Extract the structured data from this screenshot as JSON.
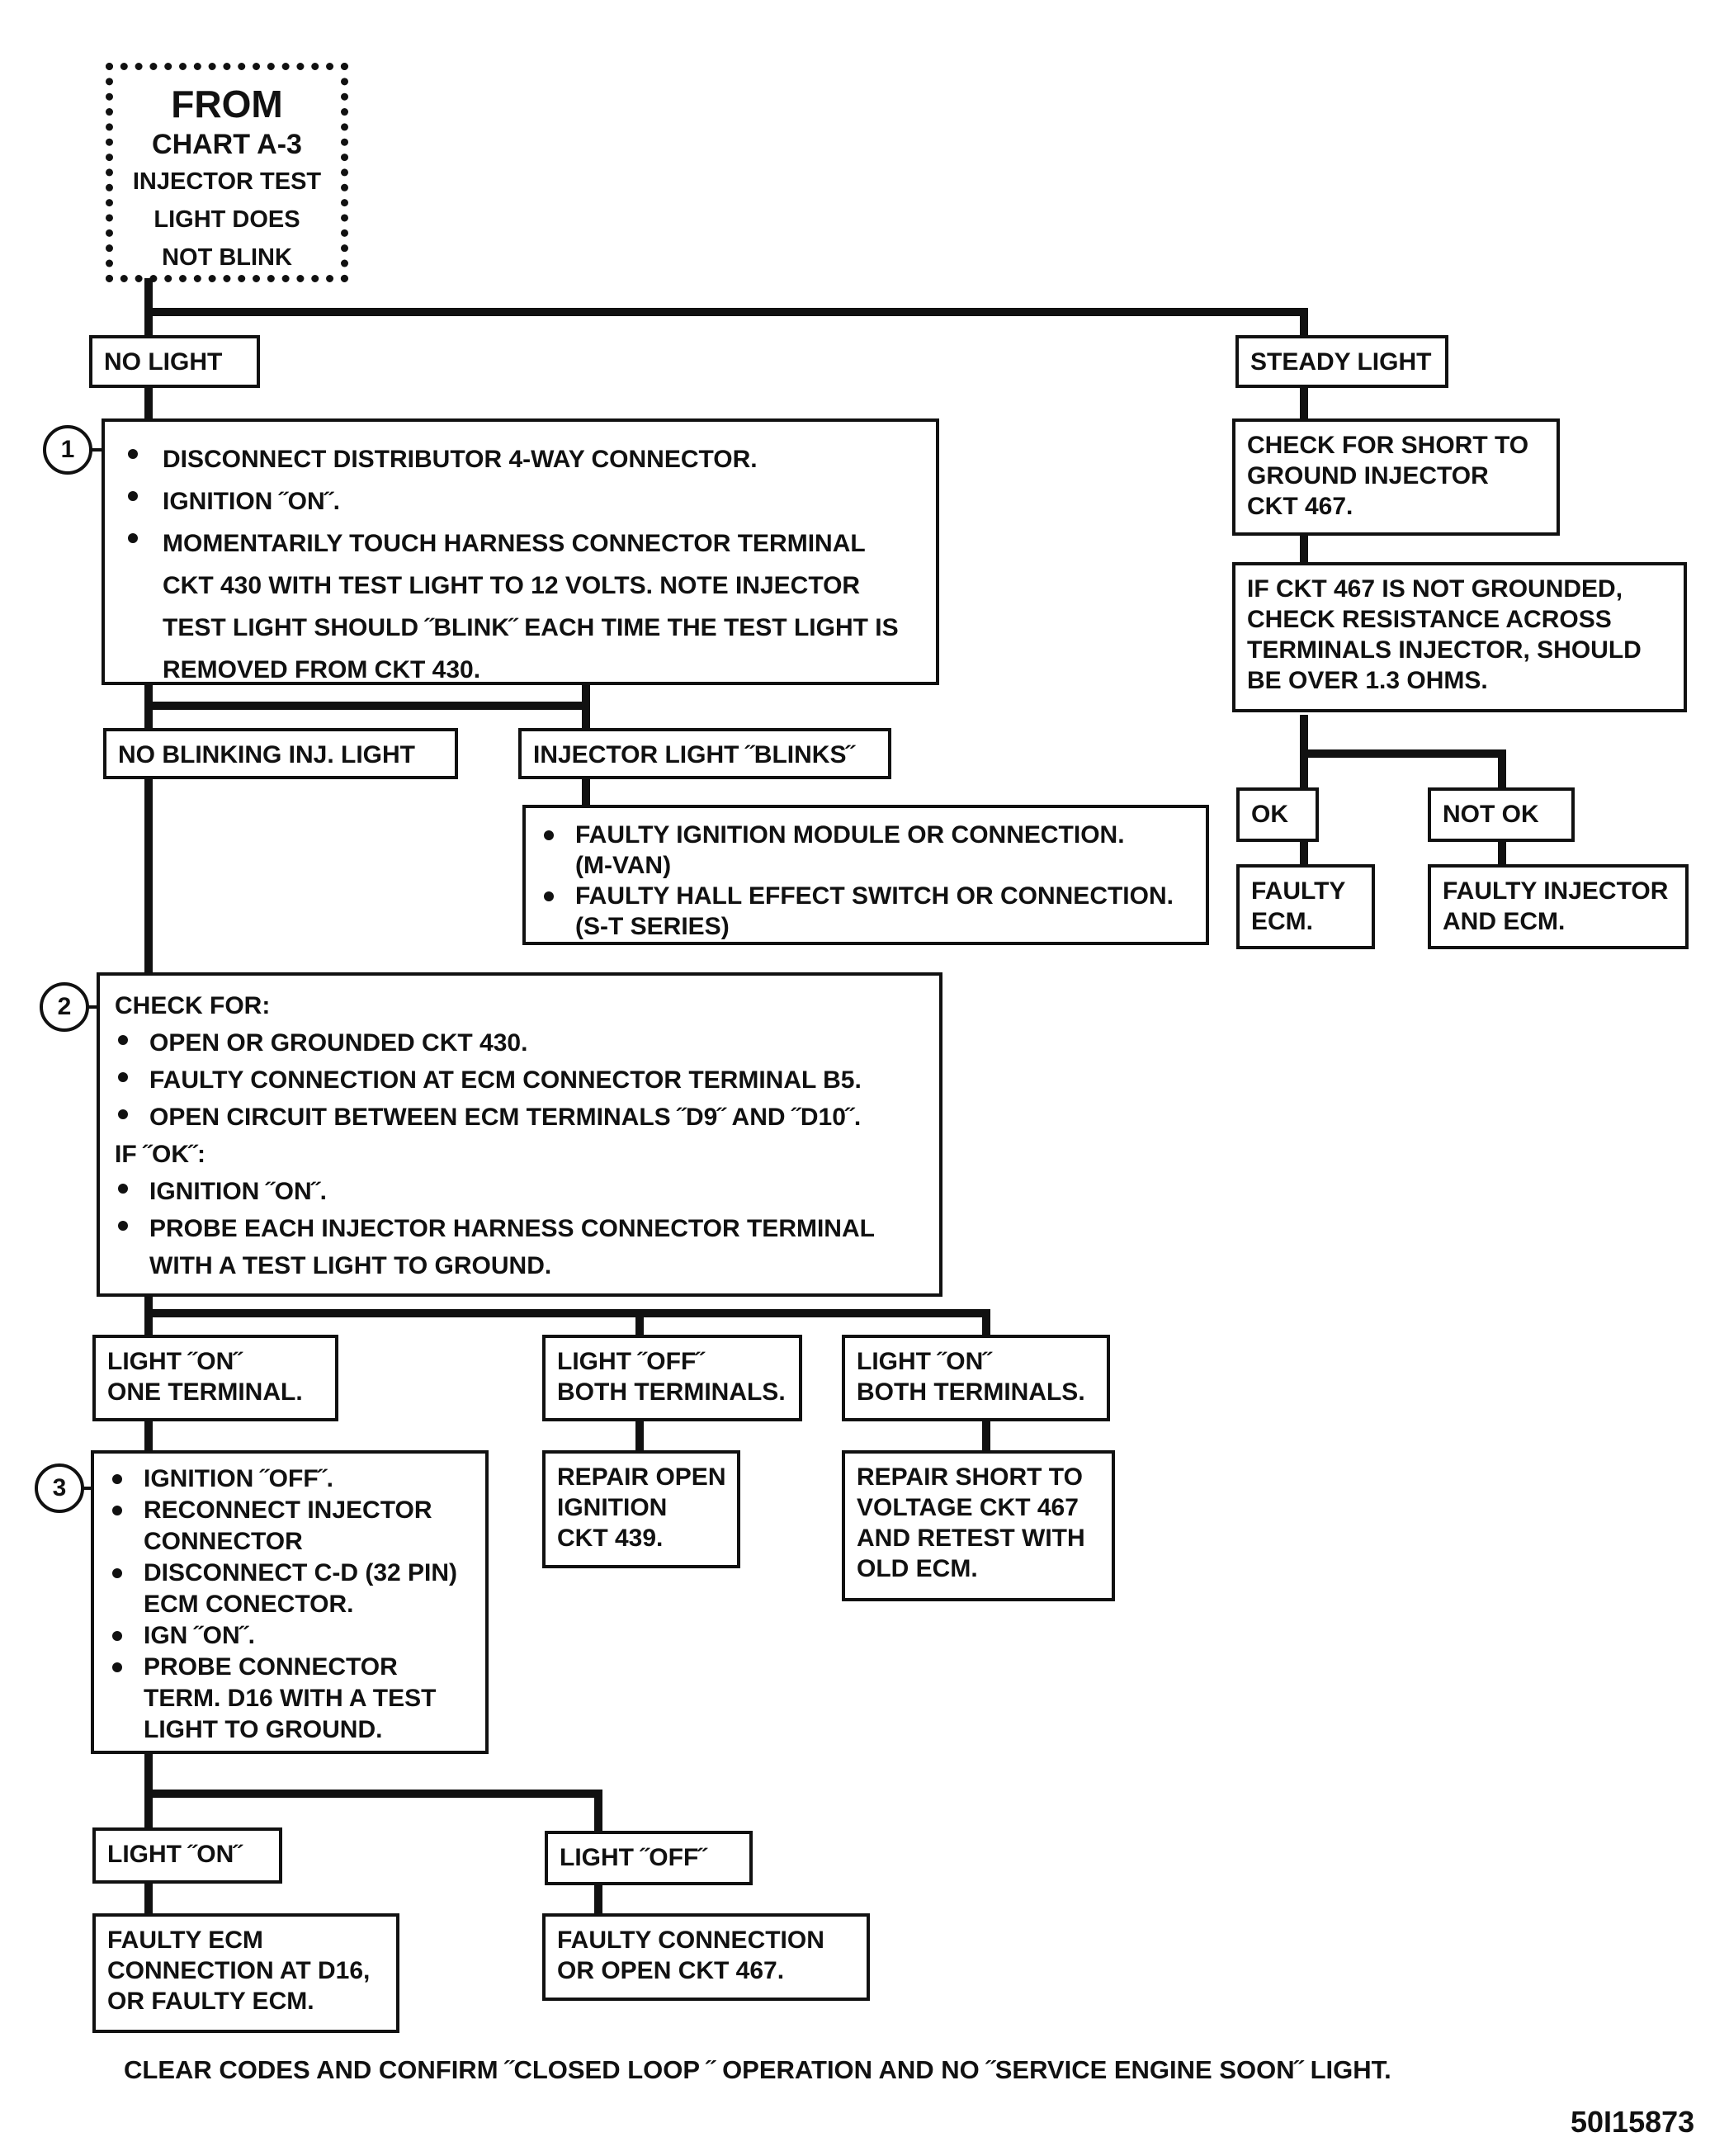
{
  "start": {
    "line1": "FROM",
    "line2": "CHART A-3",
    "line3": "INJECTOR TEST",
    "line4": "LIGHT DOES",
    "line5": "NOT BLINK"
  },
  "branches": {
    "no_light": "NO LIGHT",
    "steady_light": "STEADY LIGHT"
  },
  "steps": {
    "one": "1",
    "two": "2",
    "three": "3"
  },
  "step1": {
    "bullets": [
      "DISCONNECT DISTRIBUTOR 4-WAY CONNECTOR.",
      "IGNITION ˝ON˝.",
      "MOMENTARILY TOUCH HARNESS CONNECTOR TERMINAL"
    ],
    "continuation": [
      "CKT 430 WITH TEST LIGHT TO 12 VOLTS.  NOTE INJECTOR",
      "TEST LIGHT SHOULD ˝BLINK˝ EACH TIME THE TEST LIGHT IS",
      "REMOVED FROM CKT 430."
    ]
  },
  "step1_results": {
    "no_blinking": "NO BLINKING INJ. LIGHT",
    "blinks": "INJECTOR LIGHT ˝BLINKS˝"
  },
  "blinks_outcome": {
    "items": [
      {
        "text": "FAULTY IGNITION MODULE OR CONNECTION.",
        "sub": "(M-VAN)"
      },
      {
        "text": "FAULTY HALL EFFECT SWITCH OR CONNECTION.",
        "sub": "(S-T SERIES)"
      }
    ]
  },
  "steady": {
    "check": [
      "CHECK FOR SHORT TO",
      "GROUND INJECTOR",
      "CKT 467."
    ],
    "resistance": [
      "IF CKT 467 IS NOT GROUNDED,",
      "CHECK RESISTANCE  ACROSS",
      "TERMINALS INJECTOR,  SHOULD",
      "BE OVER 1.3 OHMS."
    ],
    "ok": "OK",
    "not_ok": "NOT OK",
    "ok_result": [
      "FAULTY",
      "ECM."
    ],
    "not_ok_result": [
      "FAULTY INJECTOR",
      "AND ECM."
    ]
  },
  "step2": {
    "check_for": "CHECK FOR:",
    "checks": [
      "OPEN OR GROUNDED CKT 430.",
      "FAULTY CONNECTION AT ECM CONNECTOR TERMINAL B5.",
      "OPEN CIRCUIT BETWEEN ECM TERMINALS ˝D9˝ AND ˝D10˝."
    ],
    "if_ok": "IF ˝OK˝:",
    "then": [
      "IGNITION ˝ON˝.",
      "PROBE EACH  INJECTOR HARNESS CONNECTOR TERMINAL"
    ],
    "then_cont": "WITH A TEST LIGHT TO GROUND."
  },
  "step2_results": {
    "on_one": [
      "LIGHT  ˝ON˝",
      "ONE TERMINAL."
    ],
    "off_both": [
      "LIGHT  ˝OFF˝",
      "BOTH TERMINALS."
    ],
    "on_both": [
      "LIGHT  ˝ON˝",
      "BOTH TERMINALS."
    ],
    "repair_open": [
      "REPAIR OPEN",
      "IGNITION",
      "CKT 439."
    ],
    "repair_short": [
      "REPAIR SHORT TO",
      "VOLTAGE CKT 467",
      "AND RETEST WITH",
      "OLD ECM."
    ]
  },
  "step3": {
    "items": [
      {
        "text": "IGNITION ˝OFF˝.",
        "cont": []
      },
      {
        "text": "RECONNECT INJECTOR",
        "cont": [
          "CONNECTOR"
        ]
      },
      {
        "text": "DISCONNECT C-D (32 PIN)",
        "cont": [
          "ECM CONECTOR."
        ]
      },
      {
        "text": "IGN ˝ON˝.",
        "cont": []
      },
      {
        "text": "PROBE CONNECTOR",
        "cont": [
          "TERM. D16 WITH A TEST",
          "LIGHT TO GROUND."
        ]
      }
    ]
  },
  "step3_results": {
    "light_on": "LIGHT ˝ON˝",
    "light_off": "LIGHT ˝OFF˝",
    "on_result": [
      "FAULTY ECM",
      "CONNECTION AT D16,",
      "OR FAULTY ECM."
    ],
    "off_result": [
      "FAULTY CONNECTION",
      "OR OPEN CKT 467."
    ]
  },
  "footer": "CLEAR CODES AND CONFIRM ˝CLOSED LOOP ˝ OPERATION AND NO ˝SERVICE ENGINE SOON˝ LIGHT.",
  "figure_id": "50I15873"
}
